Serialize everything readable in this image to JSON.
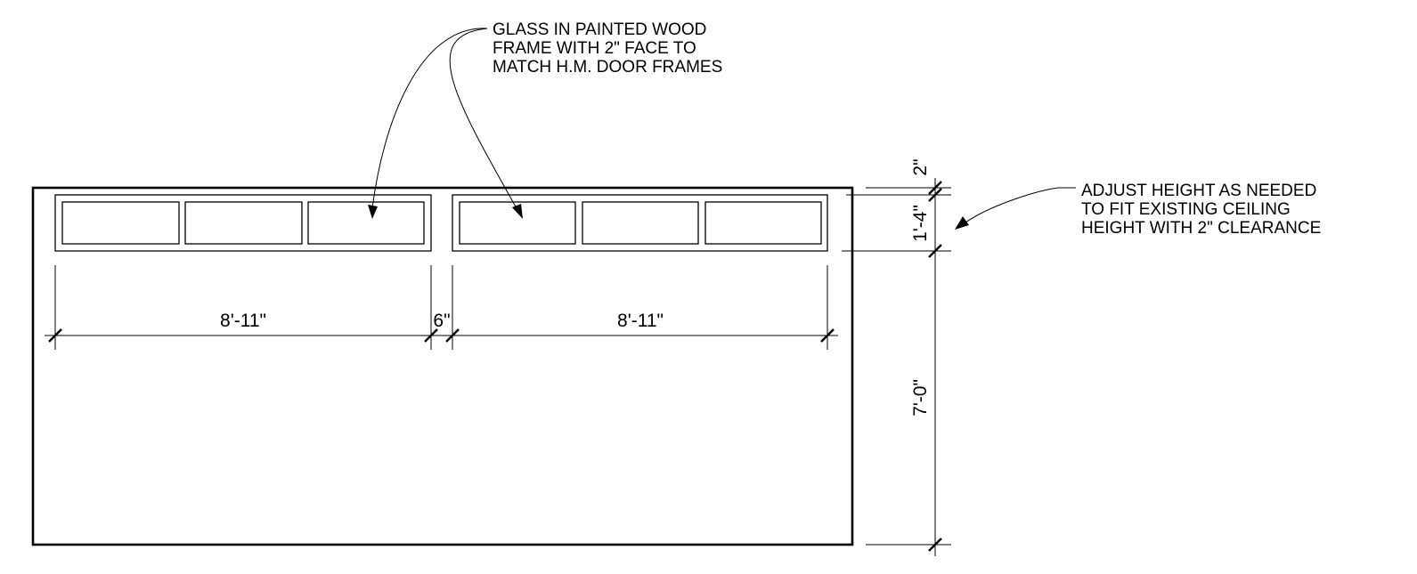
{
  "drawing": {
    "note_glass": {
      "lines": [
        "GLASS IN PAINTED WOOD",
        "FRAME WITH 2\" FACE TO",
        "MATCH H.M. DOOR FRAMES"
      ]
    },
    "note_height": {
      "lines": [
        "ADJUST HEIGHT AS NEEDED",
        "TO FIT EXISTING CEILING",
        "HEIGHT WITH 2\" CLEARANCE"
      ]
    },
    "dimensions": {
      "left_frame_width": "8'-11\"",
      "gap_width": "6\"",
      "right_frame_width": "8'-11\"",
      "top_clearance": "2\"",
      "transom_height": "1'-4\"",
      "door_height": "7'-0\""
    },
    "colors": {
      "line": "#000000",
      "background": "#ffffff"
    }
  }
}
